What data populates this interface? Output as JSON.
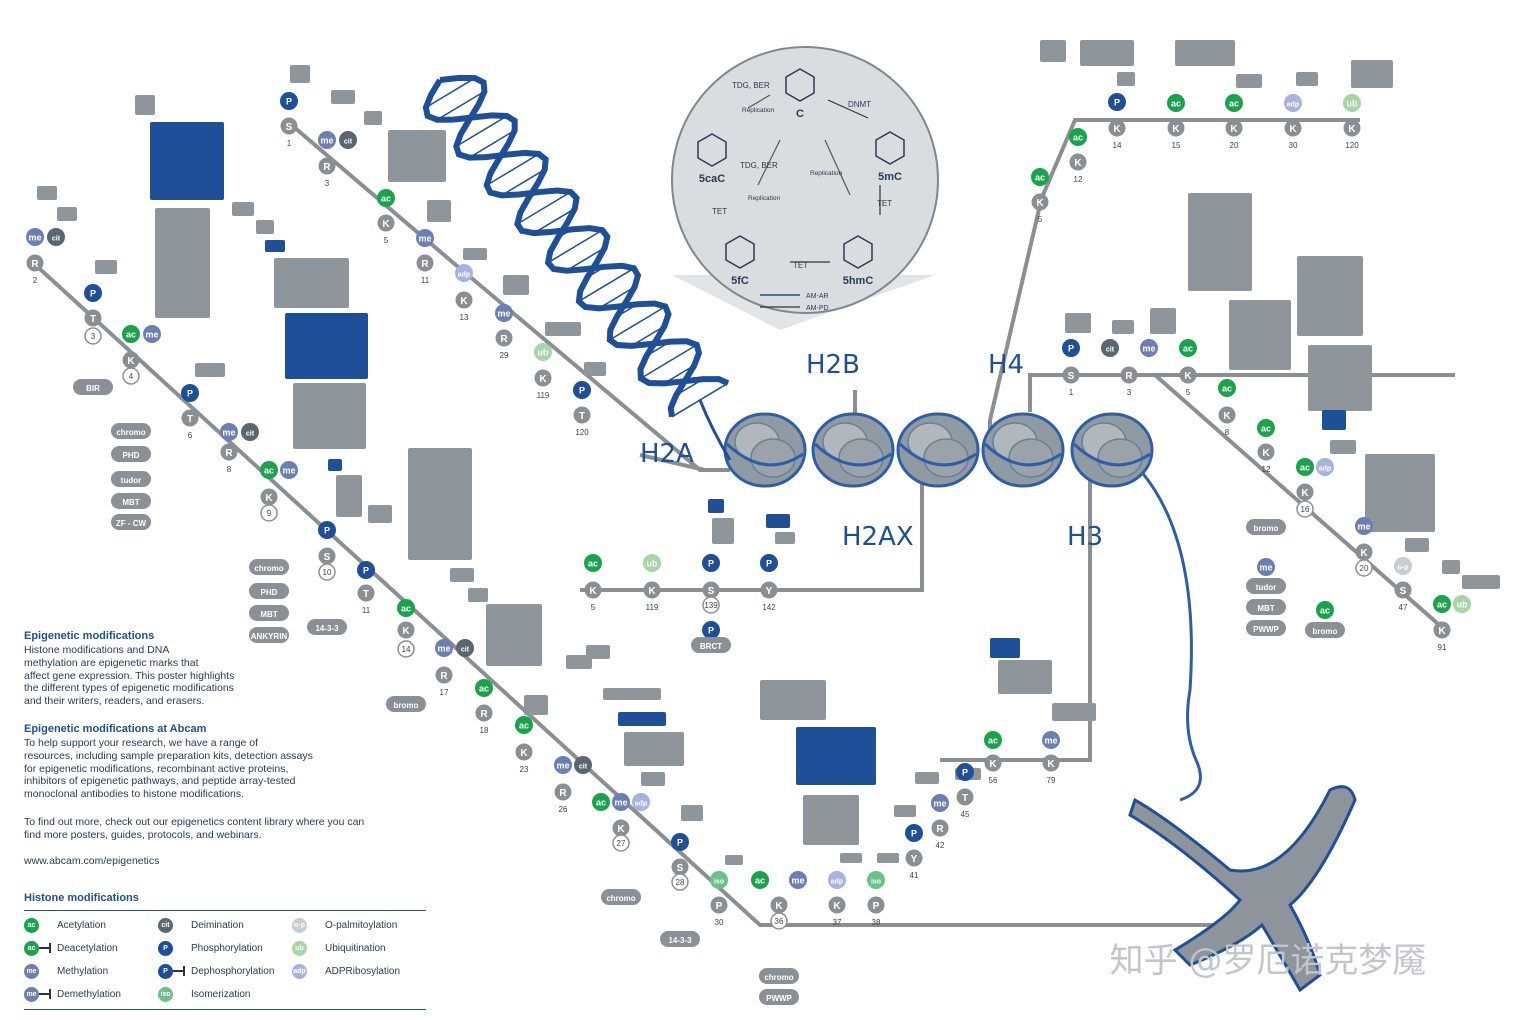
{
  "histones": {
    "h2a": "H2A",
    "h2b": "H2B",
    "h2ax": "H2AX",
    "h4": "H4",
    "h3": "H3"
  },
  "dna_cycle": {
    "center_label": "C",
    "tl_label": "5caC",
    "tr_label": "5mC",
    "bl_label": "5fC",
    "br_label": "5hmC",
    "tdg_ber_top": "TDG, BER",
    "tdg_ber_mid": "TDG, BER",
    "dnmt": "DNMT",
    "tet1": "TET",
    "tet2": "TET",
    "tet3": "TET",
    "replication1": "Replication",
    "replication2": "Replication",
    "replication3": "Replication",
    "legend_active": "AM-AR",
    "legend_passive": "AM-PD"
  },
  "mods": {
    "ac": "ac",
    "me": "me",
    "cit": "cit",
    "p": "P",
    "ub": "ub",
    "adp": "adp",
    "iso": "iso",
    "op": "o-p"
  },
  "readers": {
    "bir": "BIR",
    "chromo": "chromo",
    "phd": "PHD",
    "tudor": "tudor",
    "mbt": "MBT",
    "zfcw": "ZF - CW",
    "ankyrin": "ANKYRIN",
    "bromo": "bromo",
    "brct": "BRCT",
    "pwwp": "PWWP",
    "p1433": "14-3-3"
  },
  "info": {
    "title1": "Epigenetic modifications",
    "body1": [
      "Histone modifications and DNA",
      "methylation are epigenetic marks that",
      "affect gene expression. This poster highlights",
      "the different types of epigenetic modifications",
      "and their writers, readers, and erasers."
    ],
    "title2": "Epigenetic modifications at Abcam",
    "body2": [
      "To help support your research, we have a range of",
      "resources, including sample preparation kits, detection assays",
      "for epigenetic modifications, recombinant active proteins,",
      "inhibitors of epigenetic pathways, and peptide array-tested",
      "monoclonal antibodies to histone modifications."
    ],
    "body3": [
      "To find out more, check out our epigenetics content library where you can",
      "find more posters, guides, protocols, and webinars."
    ],
    "url": "www.abcam.com/epigenetics"
  },
  "legend": {
    "title": "Histone modifications",
    "items": [
      {
        "chip": "ac",
        "label": "Acetylation",
        "color": "#1aa34a",
        "bar": false
      },
      {
        "chip": "cit",
        "label": "Deimination",
        "color": "#5b6670",
        "bar": false
      },
      {
        "chip": "o-p",
        "label": "O-palmitoylation",
        "color": "#c7cccf",
        "bar": false
      },
      {
        "chip": "ac",
        "label": "Deacetylation",
        "color": "#1aa34a",
        "bar": true
      },
      {
        "chip": "P",
        "label": "Phosphorylation",
        "color": "#1f4f96",
        "bar": false
      },
      {
        "chip": "ub",
        "label": "Ubiquitination",
        "color": "#a8d5a8",
        "bar": false
      },
      {
        "chip": "me",
        "label": "Methylation",
        "color": "#6d7fb0",
        "bar": false
      },
      {
        "chip": "P",
        "label": "Dephosphorylation",
        "color": "#1f4f96",
        "bar": true
      },
      {
        "chip": "adp",
        "label": "ADPRibosylation",
        "color": "#a8b2dc",
        "bar": false
      },
      {
        "chip": "me",
        "label": "Demethylation",
        "color": "#6d7fb0",
        "bar": true
      },
      {
        "chip": "iso",
        "label": "Isomerization",
        "color": "#6cc08a",
        "bar": false
      }
    ]
  },
  "watermark": "知乎 @罗厄诺克梦魇",
  "colors": {
    "strand": "#8a8f93",
    "acetyl": "#1aa34a",
    "phospho": "#1f4f96",
    "methyl": "#6d7fb0",
    "cit": "#5b6670",
    "ubiq": "#a8d5a8",
    "adp": "#a8b2dc",
    "iso": "#6cc08a",
    "op": "#c7cccf",
    "label_box": "#8f969b",
    "writer_box": "#1f4f96",
    "nucleosome": "#2f5ea8",
    "nucleosome_fill": "#8f9aa3"
  },
  "arms": {
    "h2a_n": {
      "residues": [
        {
          "res": "R",
          "num": "2"
        },
        {
          "res": "T",
          "num": ""
        },
        {
          "res": "K",
          "num": ""
        },
        {
          "res": "T",
          "num": "6"
        },
        {
          "res": "R",
          "num": "8"
        },
        {
          "res": "K",
          "num": ""
        },
        {
          "res": "S",
          "num": ""
        },
        {
          "res": "T",
          "num": "11"
        },
        {
          "res": "K",
          "num": ""
        },
        {
          "res": "R",
          "num": "17"
        },
        {
          "res": "R",
          "num": "18"
        },
        {
          "res": "K",
          "num": "23"
        },
        {
          "res": "R",
          "num": "26"
        },
        {
          "res": "K",
          "num": ""
        },
        {
          "res": "S",
          "num": ""
        },
        {
          "res": "P",
          "num": "30"
        },
        {
          "res": "K",
          "num": ""
        },
        {
          "res": "K",
          "num": "37"
        },
        {
          "res": "P",
          "num": "38"
        },
        {
          "res": "Y",
          "num": "41"
        },
        {
          "res": "R",
          "num": "42"
        },
        {
          "res": "T",
          "num": "45"
        },
        {
          "res": "K",
          "num": "56"
        },
        {
          "res": "K",
          "num": "79"
        }
      ],
      "ring_nums": [
        "3",
        "4",
        "9",
        "10",
        "14",
        "27",
        "28",
        "36"
      ],
      "mods": [
        "me",
        "cit",
        "P",
        "ac",
        "me",
        "P",
        "me",
        "cit",
        "ac",
        "me",
        "P",
        "P",
        "ac",
        "me",
        "cit",
        "ac",
        "ac",
        "me",
        "cit",
        "ac",
        "me",
        "adp",
        "P",
        "iso",
        "ac",
        "me",
        "adp",
        "iso",
        "P",
        "me",
        "P",
        "ac",
        "me"
      ]
    },
    "h2b_arm": {
      "residues": [
        {
          "res": "S",
          "num": "1"
        },
        {
          "res": "R",
          "num": "3"
        },
        {
          "res": "K",
          "num": "5"
        },
        {
          "res": "R",
          "num": "11"
        },
        {
          "res": "K",
          "num": "13"
        },
        {
          "res": "R",
          "num": "29"
        },
        {
          "res": "K",
          "num": "119"
        },
        {
          "res": "T",
          "num": "120"
        }
      ],
      "mods": [
        "P",
        "me",
        "cit",
        "ac",
        "me",
        "adp",
        "me",
        "ub",
        "P"
      ]
    },
    "h4_arm": {
      "residues": [
        {
          "res": "K",
          "num": "5"
        },
        {
          "res": "K",
          "num": "12"
        },
        {
          "res": "K",
          "num": "14"
        },
        {
          "res": "K",
          "num": "15"
        },
        {
          "res": "K",
          "num": "20"
        },
        {
          "res": "K",
          "num": "30"
        },
        {
          "res": "K",
          "num": "120"
        }
      ],
      "mods": [
        "ac",
        "ac",
        "P",
        "ac",
        "ac",
        "adp",
        "ub"
      ]
    },
    "h2ax_arm": {
      "residues": [
        {
          "res": "K",
          "num": "5"
        },
        {
          "res": "K",
          "num": "119"
        },
        {
          "res": "S",
          "num": ""
        },
        {
          "res": "Y",
          "num": "142"
        }
      ],
      "ring_nums": [
        "139"
      ],
      "mods": [
        "ac",
        "ub",
        "P",
        "P",
        "P"
      ]
    },
    "h4_inner": {
      "residues": [
        {
          "res": "S",
          "num": "1"
        },
        {
          "res": "R",
          "num": "3"
        },
        {
          "res": "K",
          "num": "5"
        },
        {
          "res": "K",
          "num": "8"
        },
        {
          "res": "K",
          "num": "12"
        },
        {
          "res": "K",
          "num": ""
        },
        {
          "res": "K",
          "num": ""
        },
        {
          "res": "S",
          "num": "47"
        },
        {
          "res": "K",
          "num": "91"
        }
      ],
      "ring_nums": [
        "16",
        "20"
      ],
      "mods": [
        "P",
        "cit",
        "me",
        "ac",
        "ac",
        "ac",
        "ac",
        "adp",
        "me",
        "o-p",
        "ac",
        "ub",
        "me",
        "ac"
      ]
    }
  }
}
